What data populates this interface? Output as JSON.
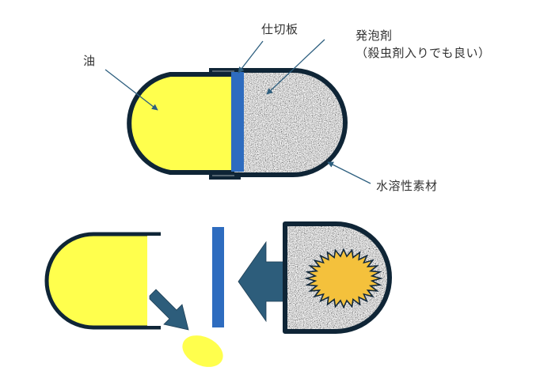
{
  "labels": {
    "oil": "油",
    "partition": "仕切板",
    "foaming_agent": "発泡剤",
    "foaming_agent_note": "（殺虫剤入りでも良い）",
    "water_soluble_material": "水溶性素材"
  },
  "colors": {
    "oil": "#ffff4d",
    "partition": "#2e6cbf",
    "shell": "#0f2536",
    "arrow": "#2d5d7b",
    "leader": "#2e5f7f",
    "burst": "#f4c13c",
    "granite_base": "#b8b8b8"
  }
}
